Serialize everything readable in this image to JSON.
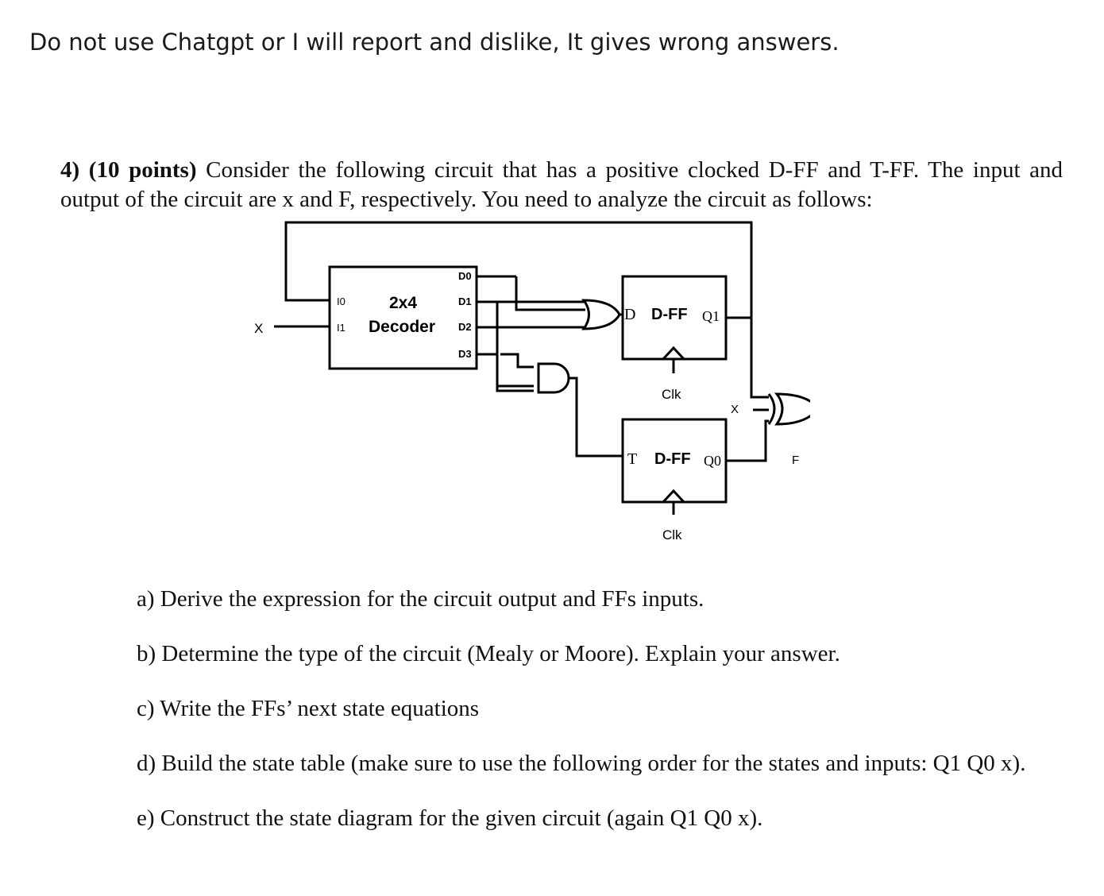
{
  "note": "Do not use Chatgpt or I will report and dislike, It gives wrong answers.",
  "question": {
    "number": "4)",
    "points": "(10 points)",
    "text": "Consider the following circuit that has a positive clocked D-FF and T-FF. The input and output of the circuit are x and F, respectively. You need to analyze the circuit as follows:"
  },
  "circuit": {
    "input_label": "X",
    "decoder": {
      "title": "2x4",
      "name": "Decoder",
      "inputs": [
        "I0",
        "I1"
      ],
      "outputs": [
        "D0",
        "D1",
        "D2",
        "D3"
      ]
    },
    "dff": {
      "input_label": "D",
      "name": "D-FF",
      "output_label": "Q1",
      "clock_label": "Clk"
    },
    "tff": {
      "input_label": "T",
      "name": "D-FF",
      "output_label": "Q0",
      "clock_label": "Clk"
    },
    "xnor_input_label": "X",
    "output_label": "F"
  },
  "parts": [
    "a) Derive the expression for the circuit output and FFs inputs.",
    "b) Determine the type of the circuit (Mealy or Moore). Explain your answer.",
    "c) Write the FFs’ next state equations",
    "d) Build the state table (make sure to use the following order for the states and inputs: Q1 Q0 x).",
    "e) Construct the state diagram for the given circuit (again Q1 Q0 x)."
  ]
}
